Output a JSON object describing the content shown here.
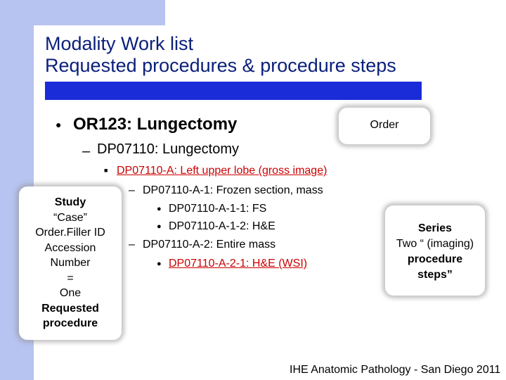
{
  "slide": {
    "title_line1": "Modality Work list",
    "title_line2": "Requested procedures & procedure steps",
    "bullets": {
      "order": "OR123: Lungectomy",
      "procedure": "DP07110: Lungectomy",
      "step_a": "DP07110-A: Left upper lobe (gross image)",
      "step_a1": "DP07110-A-1: Frozen section, mass",
      "step_a11": "DP07110-A-1-1: FS",
      "step_a12": "DP07110-A-1-2: H&E",
      "step_a2": "DP07110-A-2: Entire mass",
      "step_a21": "DP07110-A-2-1: H&E (WSI)"
    },
    "callout_left": {
      "line1": "Study",
      "line2": "“Case”",
      "line3": "Order.Filler ID",
      "line4": "Accession",
      "line5": "Number",
      "line6": "=",
      "line7": "One",
      "line8": "Requested",
      "line9": "procedure"
    },
    "callout_order": "Order",
    "callout_series": {
      "line1": "Series",
      "line2": "Two “ (imaging)",
      "line3": "procedure",
      "line4": "steps”"
    },
    "footer": "IHE Anatomic Pathology - San Diego 2011"
  },
  "colors": {
    "band": "#b7c3f0",
    "title": "#0a1f7a",
    "title_bar": "#1a2bd8",
    "link_red": "#cc0000"
  }
}
